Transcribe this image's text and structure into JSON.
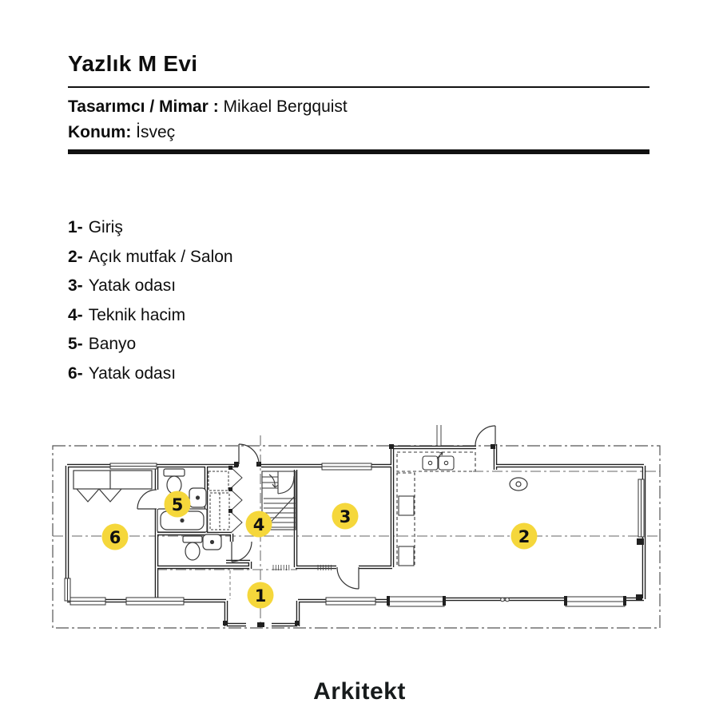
{
  "header": {
    "title": "Yazlık M Evi",
    "designer_label": "Tasarımcı / Mimar :",
    "designer_value": "Mikael Bergquist",
    "location_label": "Konum:",
    "location_value": "İsveç"
  },
  "legend": {
    "items": [
      {
        "number": "1-",
        "label": "Giriş"
      },
      {
        "number": "2-",
        "label": "Açık mutfak / Salon"
      },
      {
        "number": "3-",
        "label": "Yatak odası"
      },
      {
        "number": "4-",
        "label": "Teknik hacim"
      },
      {
        "number": "5-",
        "label": "Banyo"
      },
      {
        "number": "6-",
        "label": "Yatak odası"
      }
    ]
  },
  "plan": {
    "room_markers": [
      {
        "number": "1"
      },
      {
        "number": "2"
      },
      {
        "number": "3"
      },
      {
        "number": "4"
      },
      {
        "number": "5"
      },
      {
        "number": "6"
      }
    ]
  },
  "footer": {
    "logo": "Arkitekt"
  },
  "colors": {
    "accent_yellow": "#F5D73B",
    "wall_dark": "#202020",
    "line_gray": "#3a3a3a",
    "axis_gray": "#666666"
  }
}
